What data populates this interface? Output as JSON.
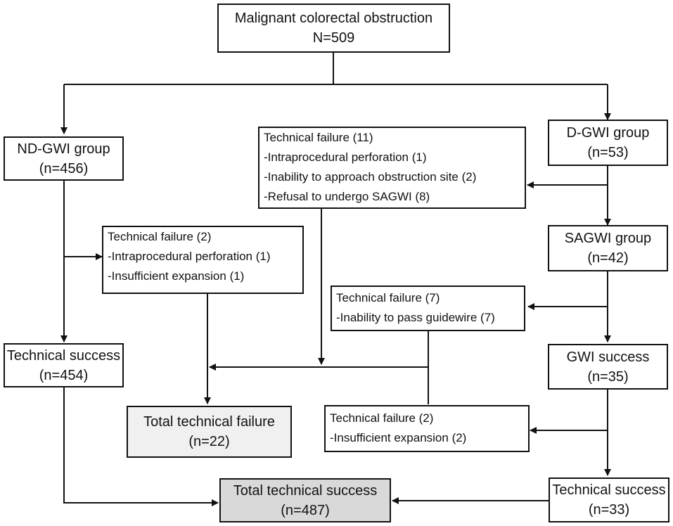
{
  "nodes": {
    "root": {
      "title": "Malignant colorectal obstruction",
      "count": "N=509"
    },
    "nd_gwi": {
      "title": "ND-GWI group",
      "count": "(n=456)"
    },
    "d_gwi": {
      "title": "D-GWI group",
      "count": "(n=53)"
    },
    "failure_11": {
      "title": "Technical failure (11)",
      "items": [
        "-Intraprocedural perforation (1)",
        "-Inability to approach obstruction site (2)",
        "-Refusal to undergo SAGWI (8)"
      ]
    },
    "sagwi": {
      "title": "SAGWI group",
      "count": "(n=42)"
    },
    "failure_2a": {
      "title": "Technical failure (2)",
      "items": [
        "-Intraprocedural perforation (1)",
        "-Insufficient expansion (1)"
      ]
    },
    "failure_7": {
      "title": "Technical failure (7)",
      "items": [
        "-Inability to pass guidewire (7)"
      ]
    },
    "nd_success": {
      "title": "Technical success",
      "count": "(n=454)"
    },
    "gwi_success": {
      "title": "GWI success",
      "count": "(n=35)"
    },
    "total_failure": {
      "title": "Total technical failure",
      "count": "(n=22)"
    },
    "failure_2b": {
      "title": "Technical failure (2)",
      "items": [
        "-Insufficient expansion (2)"
      ]
    },
    "total_success": {
      "title": "Total technical success",
      "count": "(n=487)"
    },
    "d_success": {
      "title": "Technical success",
      "count": "(n=33)"
    }
  }
}
